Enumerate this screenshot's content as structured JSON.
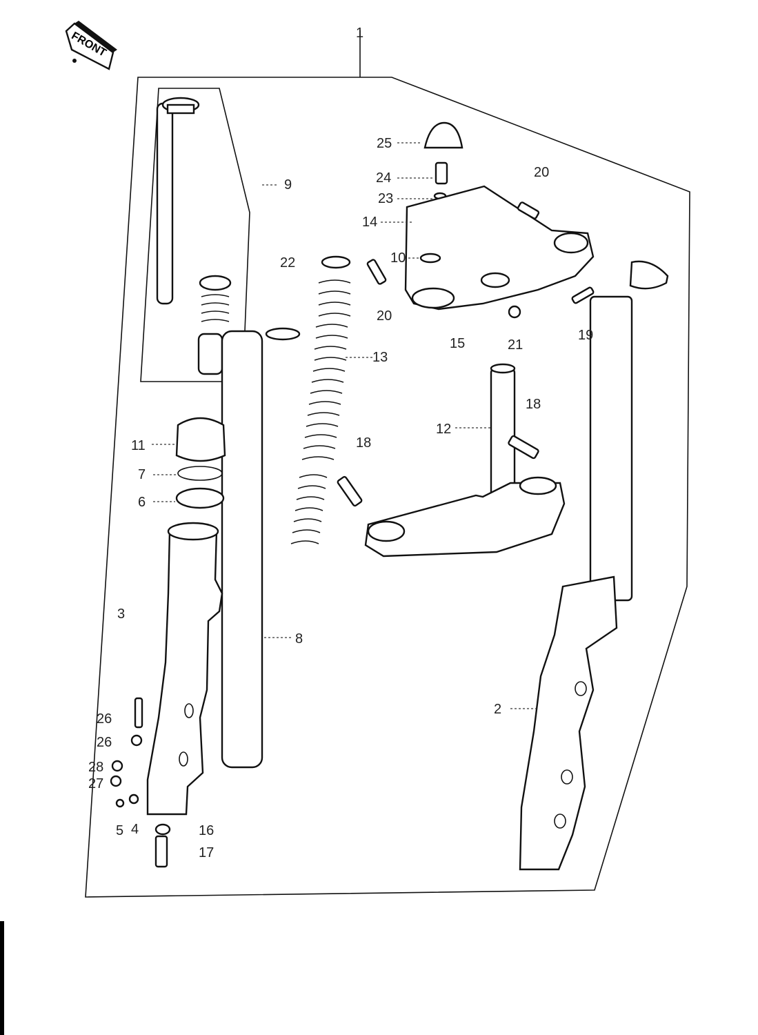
{
  "badge": {
    "text": "FRONT"
  },
  "callouts": {
    "c1": "1",
    "c2": "2",
    "c3": "3",
    "c4": "4",
    "c5": "5",
    "c6": "6",
    "c7": "7",
    "c8": "8",
    "c9": "9",
    "c10": "10",
    "c11": "11",
    "c12": "12",
    "c13": "13",
    "c14": "14",
    "c15": "15",
    "c16": "16",
    "c17": "17",
    "c18a": "18",
    "c18b": "18",
    "c19": "19",
    "c20a": "20",
    "c20b": "20",
    "c21": "21",
    "c22": "22",
    "c23": "23",
    "c24": "24",
    "c25": "25",
    "c26a": "26",
    "c26b": "26",
    "c27": "27",
    "c28": "28"
  }
}
